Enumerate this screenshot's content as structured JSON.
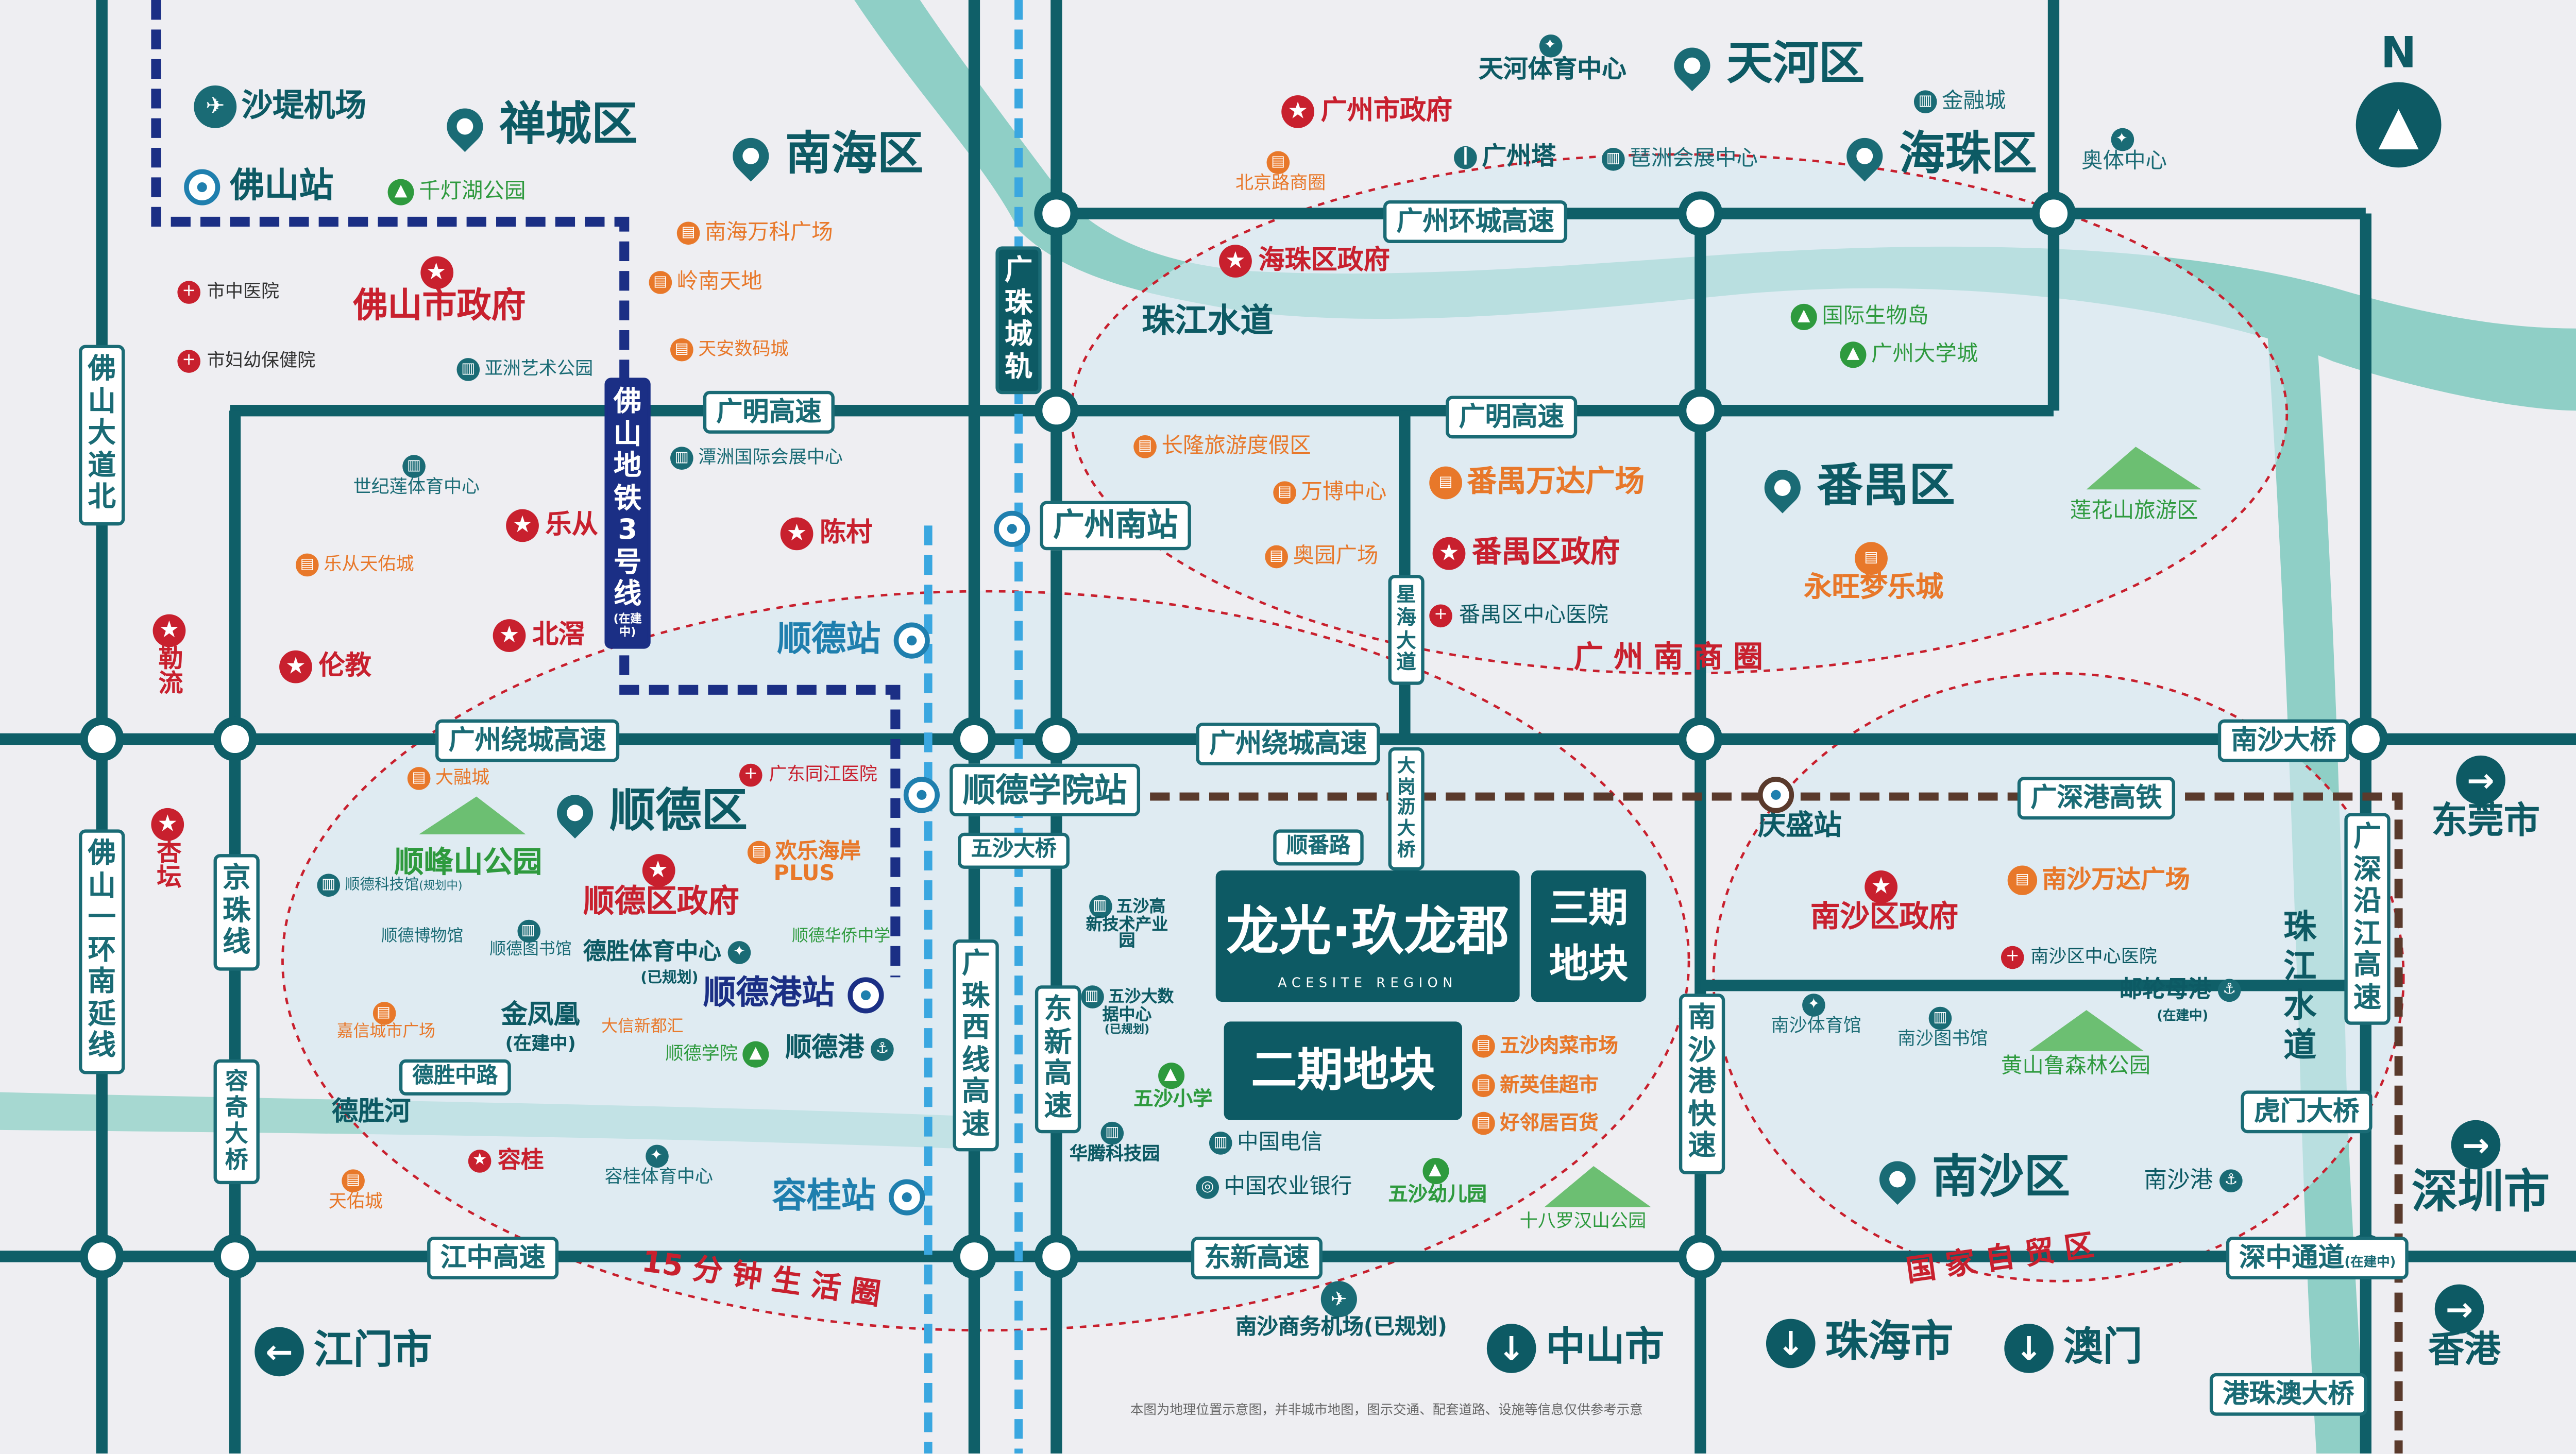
{
  "compass": {
    "label": "N"
  },
  "project": {
    "name": "龙光·玖龙郡",
    "sub": "ACESITE REGION",
    "phase3": "三期地块",
    "phase2": "二期地块"
  },
  "districts": {
    "chancheng": "禅城区",
    "nanhai": "南海区",
    "tianhe": "天河区",
    "haizhu": "海珠区",
    "panyu": "番禺区",
    "shunde": "顺德区",
    "nansha": "南沙区"
  },
  "circles": {
    "guangzhou_south": "广 州 南 商 圈",
    "life15": "15 分 钟 生 活 圈",
    "ftz": "国 家 自 贸 区"
  },
  "cities": {
    "jiangmen": "江门市",
    "zhongshan": "中山市",
    "zhuhai": "珠海市",
    "macau": "澳门",
    "shenzhen": "深圳市",
    "dongguan": "东莞市",
    "hongkong": "香港"
  },
  "roads": {
    "guangming1": "广明高速",
    "guangming2": "广明高速",
    "huancheng": "广州环城高速",
    "raocheng1": "广州绕城高速",
    "raocheng2": "广州绕城高速",
    "jiangzhong": "江中高速",
    "dongxin": "东新高速",
    "nansha_bridge": "南沙大桥",
    "humen": "虎门大桥",
    "shenzhong": "深中通道",
    "shenzhong_note": "(在建中)",
    "gangzhuao": "港珠澳大桥",
    "guangshen_rail": "广深港高铁",
    "wusha": "五沙大桥",
    "shunfan": "顺番路",
    "desheng": "德胜中路",
    "foshan_ave": "佛山大道北",
    "foshan_ring": "佛山一环南延线",
    "jingzhu": "京珠线",
    "rongqi": "容奇大桥",
    "zhuxi": "广珠西线高速",
    "dongxin_v": "东新高速",
    "nansha_port": "南沙港快速",
    "guangshen_coast": "广深沿江高速",
    "xinghai": "星海大道",
    "dagangli": "大岗沥大桥",
    "guangzhu_rail": "广珠城轨",
    "metro3": "佛山地铁3号线",
    "metro3_note": "(在建中)"
  },
  "stations": {
    "foshan": "佛山站",
    "gz_south": "广州南站",
    "shunde": "顺德站",
    "shunde_college": "顺德学院站",
    "shunde_port": "顺德港站",
    "ronggui": "容桂站",
    "qingsheng": "庆盛站"
  },
  "pois": {
    "shadi": "沙堤机场",
    "qiandeng": "千灯湖公园",
    "nh_vanke": "南海万科广场",
    "lingnan": "岭南天地",
    "tianan": "天安数码城",
    "fs_gov": "佛山市政府",
    "fs_hosp": "市中医院",
    "fs_fuyou": "市妇幼保健院",
    "yazhou": "亚洲艺术公园",
    "tanzhou": "潭洲国际会展中心",
    "shiji": "世纪莲体育中心",
    "lecong": "乐从",
    "lecong_tianyou": "乐从天佑城",
    "chencun": "陈村",
    "lunjiao": "伦教",
    "beijiao": "北滘",
    "leliu": "勒流",
    "xingtan": "杏坛",
    "tiyu": "天河体育中心",
    "gz_gov": "广州市政府",
    "gz_tower": "广州塔",
    "pazhou": "琶洲会展中心",
    "beijing_rd": "北京路商圈",
    "jinrong": "金融城",
    "aoti": "奥体中心",
    "hz_gov": "海珠区政府",
    "zhujiang": "珠江水道",
    "bio_island": "国际生物岛",
    "uni_town": "广州大学城",
    "changlong": "长隆旅游度假区",
    "wanbo": "万博中心",
    "aoyuan": "奥园广场",
    "py_wanda": "番禺万达广场",
    "py_gov": "番禺区政府",
    "py_hosp": "番禺区中心医院",
    "lianhua": "莲花山旅游区",
    "yongwang": "永旺梦乐城",
    "darong": "大融城",
    "shunfeng": "顺峰山公园",
    "kejiguan": "顺德科技馆",
    "kejiguan_note": "(规划中)",
    "bowuguan": "顺德博物馆",
    "tushuguan": "顺德图书馆",
    "sd_gov": "顺德区政府",
    "tongjiang": "广东同江医院",
    "huanlehaian": "欢乐海岸",
    "plus": "PLUS",
    "desheng_sports": "德胜体育中心",
    "desheng_note": "(已规划)",
    "huaqiao": "顺德华侨中学",
    "jiacheng": "嘉信城市广场",
    "jinfeng": "金凤凰",
    "jinfeng_note": "(在建中)",
    "daxin": "大信新都汇",
    "sd_college": "顺德学院",
    "sd_port": "顺德港",
    "deshenghe": "德胜河",
    "ronggui": "容桂",
    "ronggui_sports": "容桂体育中心",
    "tianyou": "天佑城",
    "wusha_tech": "五沙高新技术产业园",
    "wusha_data": "五沙大数据中心",
    "wusha_data_note": "(已规划)",
    "huateng": "华腾科技园",
    "wusha_school": "五沙小学",
    "telecom": "中国电信",
    "agri_bank": "中国农业银行",
    "wusha_kinder": "五沙幼儿园",
    "wusha_market": "五沙肉菜市场",
    "xinying": "新英佳超市",
    "haolinju": "好邻居百货",
    "shibaluohan": "十八罗汉山公园",
    "airport": "南沙商务机场(已规划)",
    "ns_gov": "南沙区政府",
    "ns_wanda": "南沙万达广场",
    "ns_hosp": "南沙区中心医院",
    "ns_sports": "南沙体育馆",
    "ns_lib": "南沙图书馆",
    "youlun": "邮轮母港",
    "youlun_note": "(在建中)",
    "huangshan": "黄山鲁森林公园",
    "ns_port": "南沙港",
    "zhujiang2": "珠江水道"
  },
  "disclaimer": "本图为地理位置示意图，并非城市地图，图示交通、配套道路、设施等信息仅供参考示意"
}
